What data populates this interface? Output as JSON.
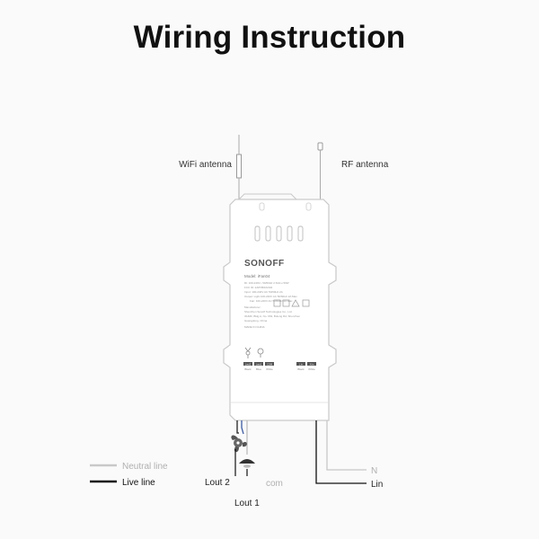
{
  "title": "Wiring Instruction",
  "labels": {
    "wifi_antenna": "WiFi antenna",
    "rf_antenna": "RF antenna",
    "neutral_line": "Neutral line",
    "live_line": "Live line",
    "lout2": "Lout 2",
    "lout1": "Lout 1",
    "com": "com",
    "n": "N",
    "lin": "Lin"
  },
  "device": {
    "brand": "SONOFF",
    "model": "Model: iFan04",
    "spec_lines": [
      "Rt: 100-240V~ 50/60Hz 2.5A/Lo 50W",
      "FCC ID: 2APN5IFAN04",
      "Input: 100-240V AC 50/60Hz 2A",
      "Output: Light 100-240V AC 50/60Hz 2A Max",
      "Fan: 100-240V AC 50/60Hz 2A Max",
      "Manufacturer:",
      "Shenzhen Sonoff Technologies Co., Ltd.",
      "3F&6F, Bldg A, No. 663, Bulong Rd, Shenzhen",
      "Guangdong, China",
      "MADE IN CHINA"
    ],
    "left_terminals": [
      {
        "tag": "Lout2",
        "color": "Black"
      },
      {
        "tag": "Lout1",
        "color": "Blue"
      },
      {
        "tag": "COM",
        "color": "White"
      }
    ],
    "right_terminals": [
      {
        "tag": "L in",
        "color": "Black"
      },
      {
        "tag": "N in",
        "color": "White"
      }
    ]
  },
  "colors": {
    "neutral": "#c8c8c8",
    "live": "#111111",
    "device_outline": "#c9c9c9",
    "label_gray": "#b0b0b0"
  }
}
